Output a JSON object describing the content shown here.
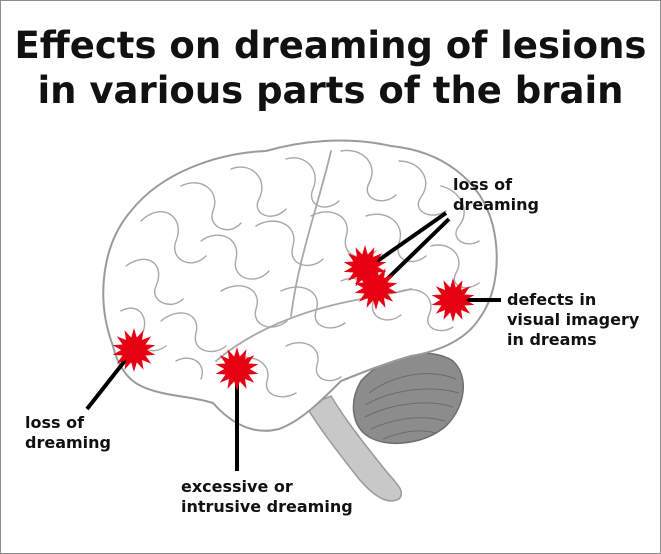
{
  "title": {
    "line1": "Effects on dreaming of lesions",
    "line2": "in various parts of the brain"
  },
  "labels": {
    "parietal": {
      "line1": "loss of",
      "line2": "dreaming"
    },
    "occipital": {
      "line1": "defects in",
      "line2": "visual imagery",
      "line3": "in dreams"
    },
    "frontal": {
      "line1": "loss of",
      "line2": "dreaming"
    },
    "temporal": {
      "line1": "excessive or",
      "line2": "intrusive dreaming"
    }
  },
  "colors": {
    "lesion": "#e60012",
    "brain_fill": "#ffffff",
    "brain_outline": "#9a9a9a",
    "cerebellum": "#8c8c8c",
    "brainstem": "#c8c8c8",
    "leader": "#000000"
  }
}
